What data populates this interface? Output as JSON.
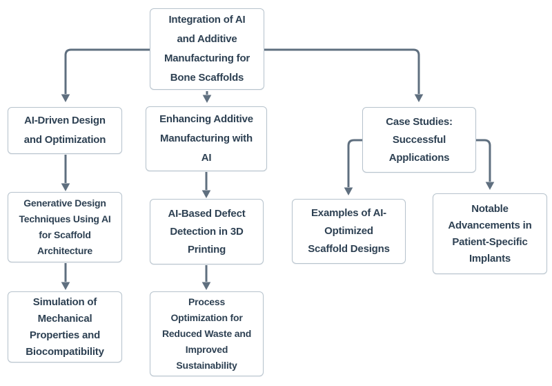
{
  "diagram": {
    "type": "flowchart",
    "direction": "top-down",
    "colors": {
      "line": "#5f6f7f",
      "text": "#2e4153",
      "box_border": "#b6c2cc",
      "box_bg": "#ffffff",
      "page_bg": "#ffffff"
    },
    "nodes": {
      "root": {
        "label": "Integration of AI\nand Additive\nManufacturing for\nBone Scaffolds"
      },
      "left1": {
        "label": "AI-Driven Design\nand Optimization"
      },
      "mid1": {
        "label": "Enhancing Additive\nManufacturing with\nAI"
      },
      "right1": {
        "label": "Case Studies:\nSuccessful\nApplications"
      },
      "left2": {
        "label": "Generative Design\nTechniques Using AI\nfor Scaffold\nArchitecture"
      },
      "mid2": {
        "label": "AI-Based Defect\nDetection in 3D\nPrinting"
      },
      "right2a": {
        "label": "Examples of AI-\nOptimized\nScaffold Designs"
      },
      "right2b": {
        "label": "Notable\nAdvancements in\nPatient-Specific\nImplants"
      },
      "left3": {
        "label": "Simulation of\nMechanical\nProperties and\nBiocompatibility"
      },
      "mid3": {
        "label": "Process\nOptimization for\nReduced Waste and\nImproved\nSustainability"
      }
    },
    "edges": [
      {
        "from": "root",
        "to": "left1"
      },
      {
        "from": "root",
        "to": "mid1"
      },
      {
        "from": "root",
        "to": "right1"
      },
      {
        "from": "left1",
        "to": "left2"
      },
      {
        "from": "left2",
        "to": "left3"
      },
      {
        "from": "mid1",
        "to": "mid2"
      },
      {
        "from": "mid2",
        "to": "mid3"
      },
      {
        "from": "right1",
        "to": "right2a"
      },
      {
        "from": "right1",
        "to": "right2b"
      }
    ]
  }
}
